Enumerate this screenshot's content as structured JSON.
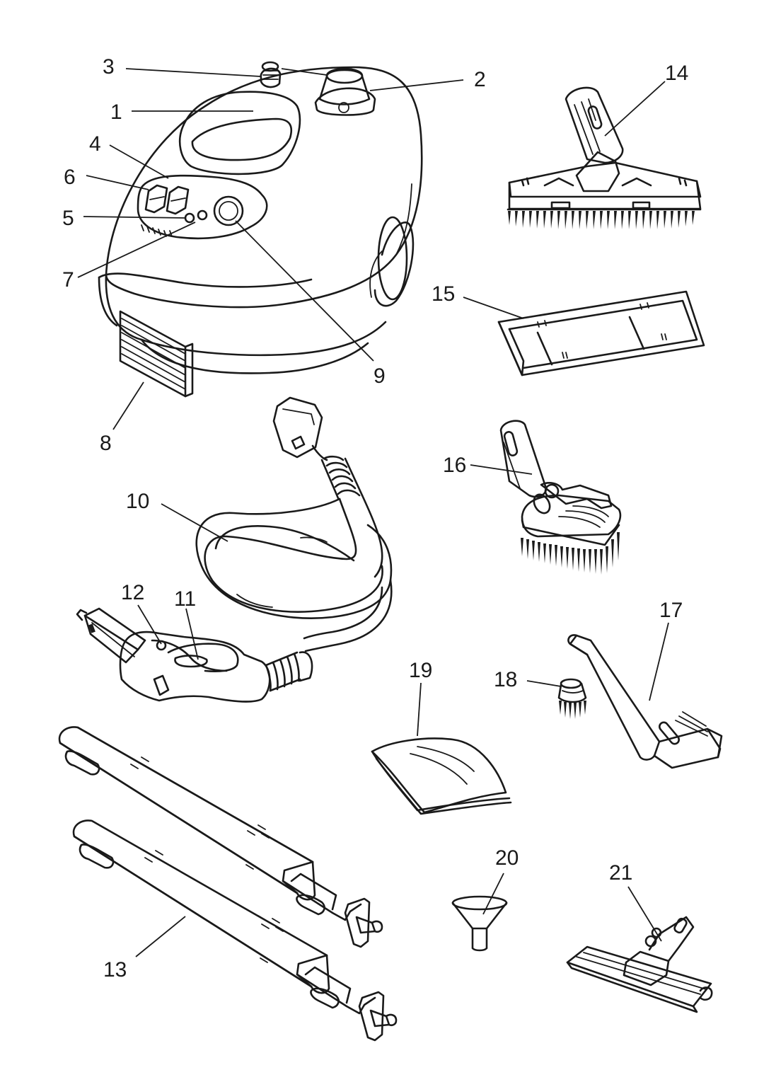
{
  "callouts": {
    "c1": "1",
    "c2": "2",
    "c3": "3",
    "c4": "4",
    "c5": "5",
    "c6": "6",
    "c7": "7",
    "c8": "8",
    "c9": "9",
    "c10": "10",
    "c11": "11",
    "c12": "12",
    "c13": "13",
    "c14": "14",
    "c15": "15",
    "c16": "16",
    "c17": "17",
    "c18": "18",
    "c19": "19",
    "c20": "20",
    "c21": "21"
  },
  "style": {
    "line_color": "#1a1a1a",
    "background": "#ffffff"
  }
}
